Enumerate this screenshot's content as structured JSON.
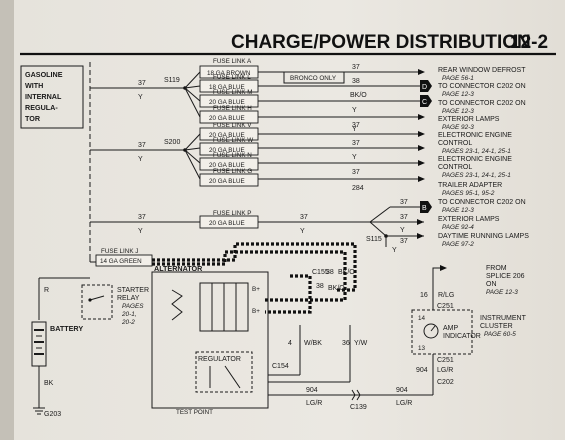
{
  "header": {
    "title": "CHARGE/POWER DISTRIBUTION",
    "page_number": "12-2"
  },
  "note_box": {
    "lines": [
      "GASOLINE",
      "WITH",
      "INTERNAL",
      "REGULA-",
      "TOR"
    ]
  },
  "splices": {
    "s119": "S119",
    "s200": "S200",
    "s115": "S115"
  },
  "bronco_only": "BRONCO ONLY",
  "fuse_links": [
    {
      "name": "FUSE LINK A",
      "gauge": "18 GA BROWN"
    },
    {
      "name": "FUSE LINK L",
      "gauge": "18 GA BLUE"
    },
    {
      "name": "FUSE LINK M",
      "gauge": "20 GA BLUE"
    },
    {
      "name": "FUSE LINK H",
      "gauge": "20 GA BLUE"
    },
    {
      "name": "FUSE LINK V",
      "gauge": "20 GA BLUE"
    },
    {
      "name": "FUSE LINK W",
      "gauge": "20 GA BLUE"
    },
    {
      "name": "FUSE LINK N",
      "gauge": "20 GA BLUE"
    },
    {
      "name": "FUSE LINK G",
      "gauge": "20 GA BLUE"
    },
    {
      "name": "FUSE LINK P",
      "gauge": "20 GA BLUE"
    },
    {
      "name": "FUSE LINK J",
      "gauge": "14 GA GREEN"
    }
  ],
  "circuits": {
    "c37": "37",
    "y": "Y",
    "c38": "38",
    "bko": "BK/O",
    "c284": "284",
    "c16": "16",
    "rlg": "R/LG",
    "c904": "904",
    "lgr": "LG/R",
    "w_bk": "W/BK",
    "c4": "4",
    "c36": "36",
    "yw": "Y/W",
    "r": "R",
    "bk": "BK",
    "bk_o": "BK/O",
    "c38b": "38"
  },
  "destinations": [
    {
      "label": "REAR WINDOW DEFROST",
      "ref": "PAGE 56-1"
    },
    {
      "label": "TO CONNECTOR C202 ON",
      "ref": "PAGE 12-3"
    },
    {
      "label": "TO CONNECTOR C202 ON",
      "ref": "PAGE 12-3"
    },
    {
      "label": "EXTERIOR LAMPS",
      "ref": "PAGE 92-3"
    },
    {
      "label": "ELECTRONIC ENGINE",
      "label2": "CONTROL",
      "ref": "PAGES 23-1, 24-1, 25-1"
    },
    {
      "label": "ELECTRONIC ENGINE",
      "label2": "CONTROL",
      "ref": "PAGES 23-1, 24-1, 25-1"
    },
    {
      "label": "TRAILER ADAPTER",
      "ref": "PAGES 95-1, 95-2"
    },
    {
      "label": "TO CONNECTOR C202 ON",
      "ref": "PAGE 12-3"
    },
    {
      "label": "EXTERIOR LAMPS",
      "ref": "PAGE 92-4"
    },
    {
      "label": "DAYTIME RUNNING LAMPS",
      "ref": "PAGE 97-2"
    }
  ],
  "connector_tags": {
    "d": "D",
    "c": "C",
    "b": "B"
  },
  "components": {
    "alternator": "ALTERNATOR",
    "regulator": "REGULATOR",
    "test_point": "TEST POINT",
    "battery": "BATTERY",
    "starter_relay": {
      "line1": "STARTER",
      "line2": "RELAY",
      "ref1": "PAGES",
      "ref2": "20-1,",
      "ref3": "20-2"
    },
    "instrument_cluster": {
      "line1": "INSTRUMENT",
      "line2": "CLUSTER",
      "ref": "PAGE 60-5"
    },
    "amp_indicator": {
      "line1": "AMP",
      "line2": "INDICATOR"
    },
    "from_splice": {
      "line1": "FROM",
      "line2": "SPLICE 206",
      "line3": "ON",
      "line4": "PAGE 12-3"
    }
  },
  "connectors": {
    "c155": "C155",
    "c154": "C154",
    "c251a": "C251",
    "c251b": "C251",
    "c202": "C202",
    "c139": "C139",
    "g203": "G203"
  },
  "pins": {
    "p14": "14",
    "p13": "13"
  }
}
